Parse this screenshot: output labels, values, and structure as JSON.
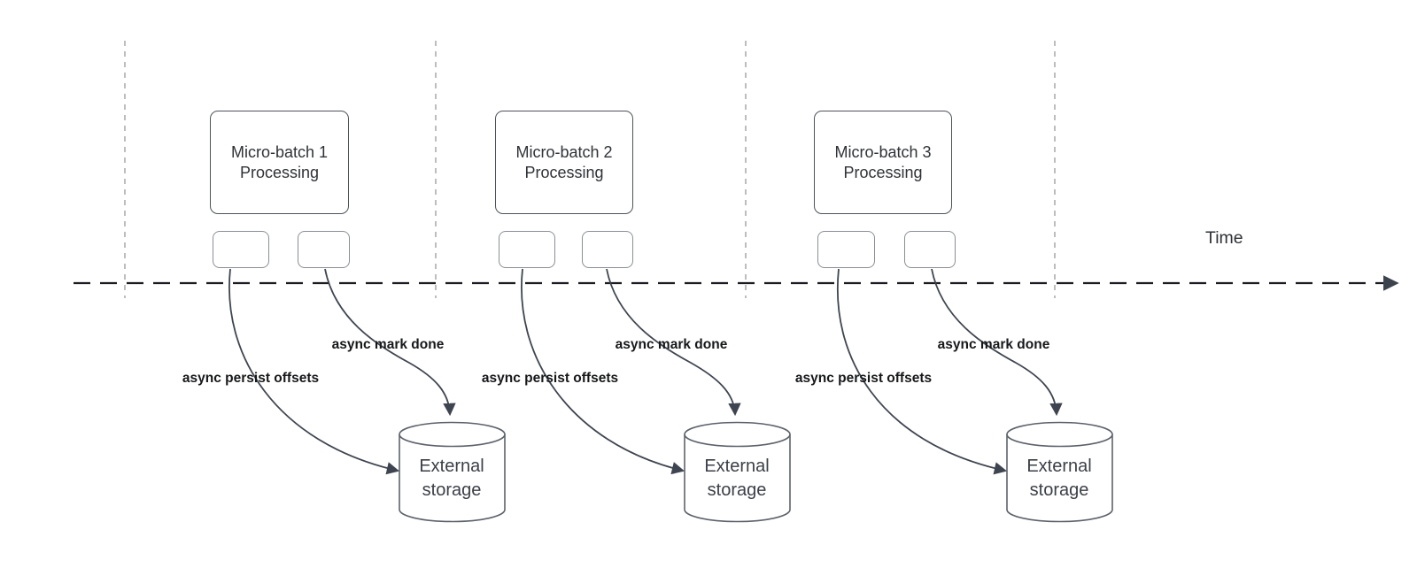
{
  "diagram": {
    "time_label": "Time",
    "batches": [
      {
        "title_line1": "Micro-batch 1",
        "title_line2": "Processing",
        "persist_label": "async persist offsets",
        "mark_done_label": "async mark done",
        "storage_line1": "External",
        "storage_line2": "storage"
      },
      {
        "title_line1": "Micro-batch 2",
        "title_line2": "Processing",
        "persist_label": "async persist offsets",
        "mark_done_label": "async mark done",
        "storage_line1": "External",
        "storage_line2": "storage"
      },
      {
        "title_line1": "Micro-batch 3",
        "title_line2": "Processing",
        "persist_label": "async persist offsets",
        "mark_done_label": "async mark done",
        "storage_line1": "External",
        "storage_line2": "storage"
      }
    ],
    "palette": {
      "timeline": "#1a1b20",
      "guide_lines": "#adadad",
      "arrow_stroke": "#3f4550",
      "node_border": "#4d525b",
      "small_node_border": "#8a8e96",
      "cylinder_border": "#5d626b",
      "node_text": "#2f3237",
      "label_text": "#17181a",
      "background": "#ffffff"
    }
  }
}
